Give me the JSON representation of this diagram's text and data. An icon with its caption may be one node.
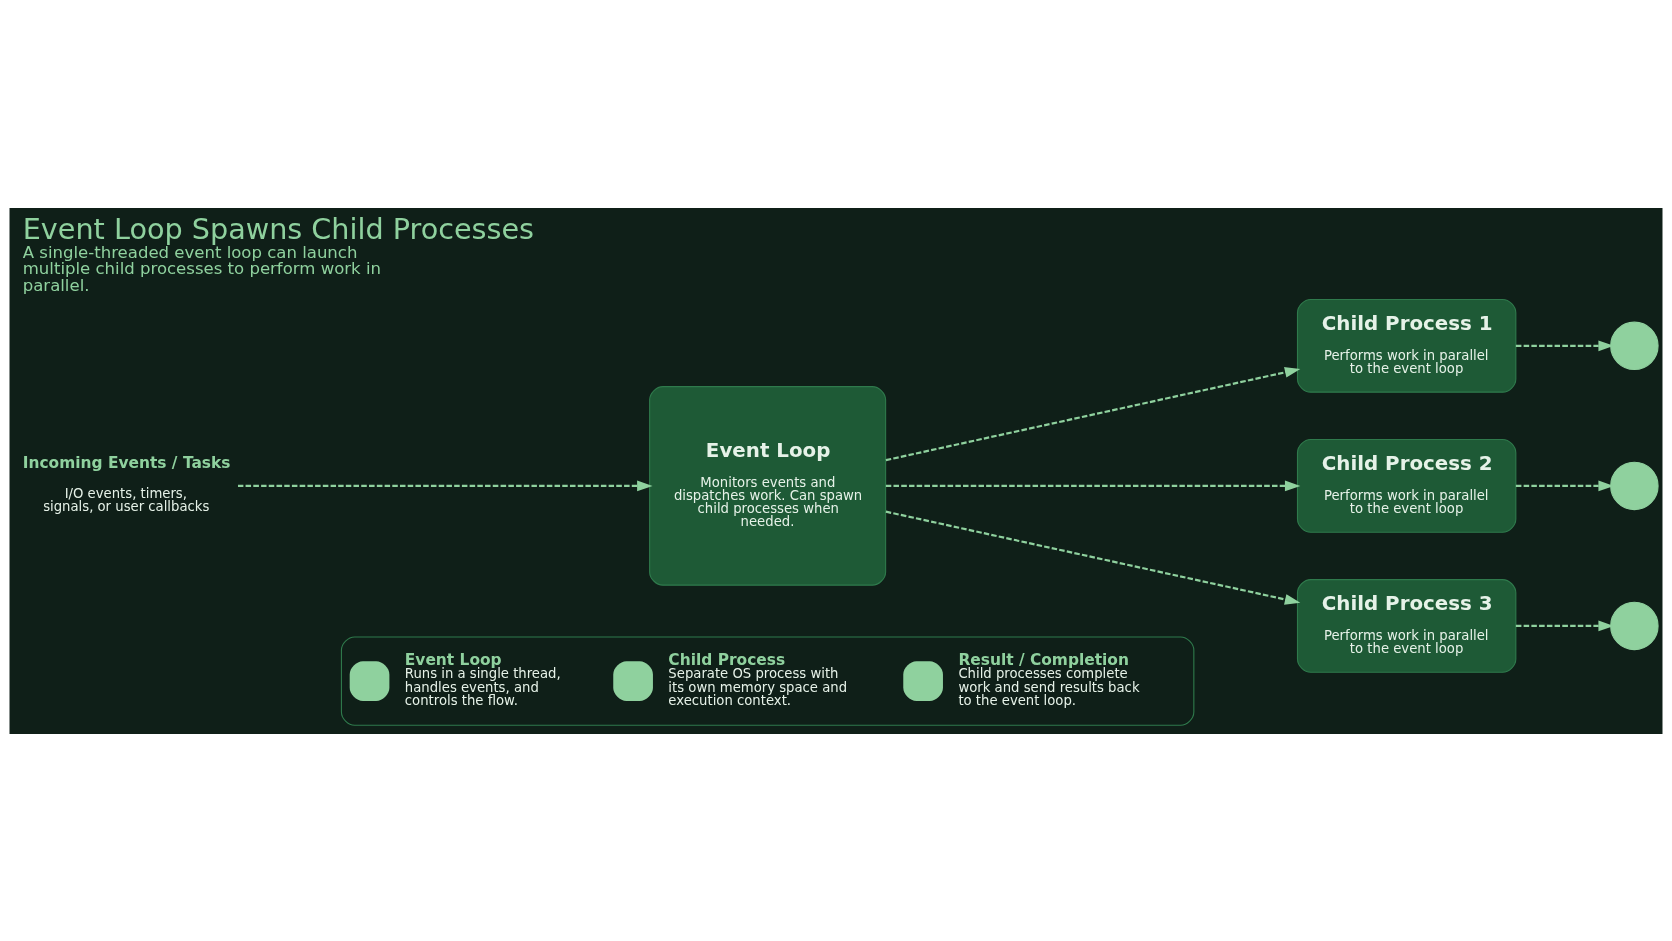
{
  "diagram": {
    "title": "Event Loop Spawns Child Processes",
    "caption": "A single-threaded event loop can launch multiple child processes to perform work in parallel.",
    "nodes": [
      {
        "text": [
          "Incoming Events / Tasks",
          "I/O events, timers, signals, or user callbacks"
        ]
      },
      {
        "text": [
          "Event Loop",
          "Monitors events and dispatches work. Can spawn child processes when needed."
        ]
      },
      {
        "text": [
          "Child Process 1",
          "Performs work in parallel to the event loop"
        ]
      },
      {
        "text": [
          "Child Process 2",
          "Performs work in parallel to the event loop"
        ]
      },
      {
        "text": [
          "Child Process 3",
          "Performs work in parallel to the event loop"
        ]
      },
      {
        "text": [],
        "shape": "circle"
      },
      {
        "text": [],
        "shape": "circle"
      },
      {
        "text": [],
        "shape": "circle"
      }
    ],
    "edges": [
      {
        "from": 0,
        "to": 1,
        "arrow": "to",
        "style": "dashed"
      },
      {
        "from": 1,
        "to": 2,
        "arrow": "to",
        "style": "dashed"
      },
      {
        "from": 1,
        "to": 3,
        "arrow": "to",
        "style": "dashed"
      },
      {
        "from": 1,
        "to": 4,
        "arrow": "to",
        "style": "dashed"
      },
      {
        "from": 2,
        "to": 5,
        "arrow": "to",
        "style": "dashed"
      },
      {
        "from": 3,
        "to": 6,
        "arrow": "to",
        "style": "dashed"
      },
      {
        "from": 4,
        "to": 7,
        "arrow": "to",
        "style": "dashed"
      }
    ],
    "labels": [
      "Runs in a single thread, handles events, and controls the flow.",
      "Separate OS process with its own memory space and execution context.",
      "Child processes complete work and send results back to the event loop."
    ],
    "legend": [
      {
        "text": "Event Loop"
      },
      {
        "text": "Child Process"
      },
      {
        "text": "Result / Completion"
      }
    ]
  }
}
